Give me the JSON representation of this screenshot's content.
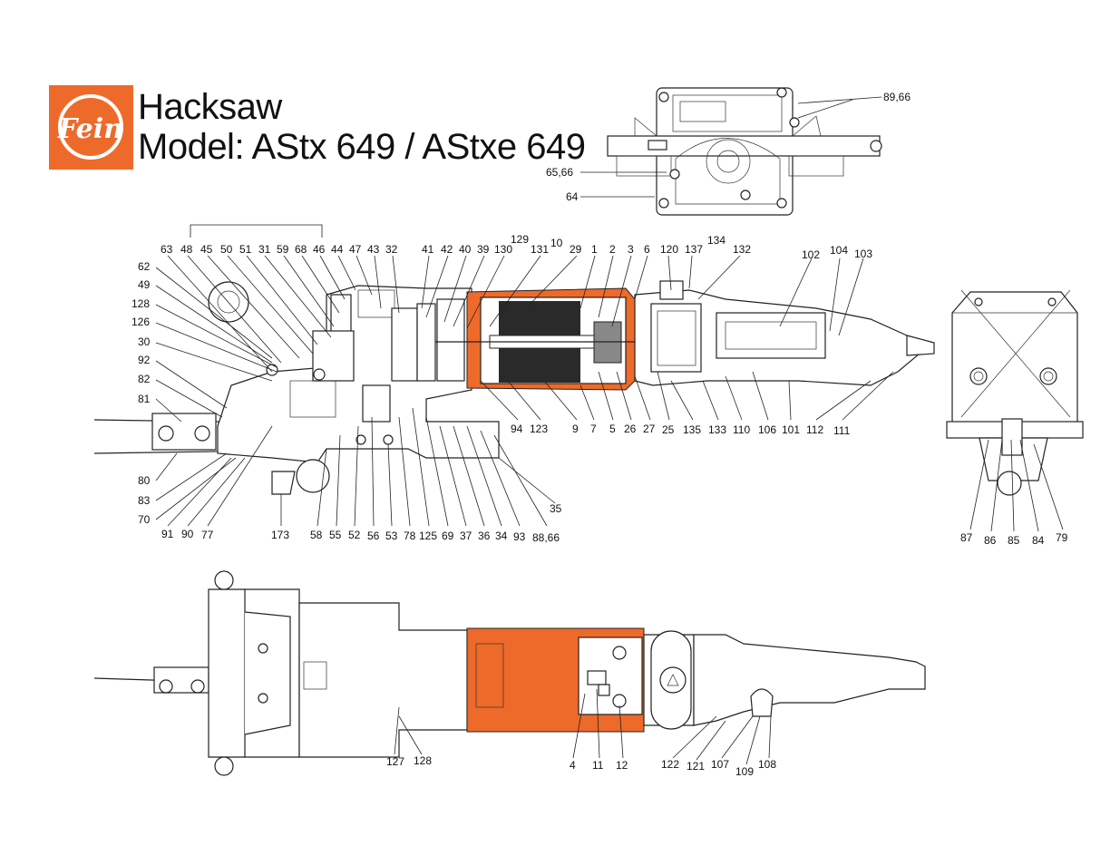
{
  "header": {
    "logo_text": "Fein",
    "title": "Hacksaw",
    "model": "Model: AStx 649 / AStxe 649"
  },
  "colors": {
    "accent": "#ee6a2b",
    "line": "#222222",
    "background": "#ffffff"
  },
  "views": {
    "top_view": {
      "labels": [
        "89,66",
        "65,66",
        "64"
      ]
    },
    "side_section": {
      "labels": [
        "129",
        "10",
        "134",
        "63",
        "48",
        "45",
        "50",
        "51",
        "31",
        "59",
        "68",
        "46",
        "44",
        "47",
        "43",
        "32",
        "41",
        "42",
        "40",
        "39",
        "130",
        "131",
        "29",
        "1",
        "2",
        "3",
        "6",
        "120",
        "137",
        "132",
        "102",
        "104",
        "103",
        "62",
        "49",
        "128",
        "126",
        "30",
        "92",
        "82",
        "81",
        "80",
        "83",
        "70",
        "91",
        "90",
        "77",
        "173",
        "58",
        "55",
        "52",
        "56",
        "53",
        "78",
        "125",
        "69",
        "37",
        "36",
        "34",
        "93",
        "88,66",
        "35",
        "94",
        "123",
        "9",
        "7",
        "5",
        "26",
        "27",
        "25",
        "135",
        "133",
        "110",
        "106",
        "101",
        "112",
        "111"
      ]
    },
    "end_view": {
      "labels": [
        "87",
        "86",
        "85",
        "84",
        "79"
      ]
    },
    "plan_view": {
      "labels": [
        "127",
        "128",
        "4",
        "11",
        "12",
        "122",
        "121",
        "107",
        "109",
        "108"
      ]
    }
  }
}
